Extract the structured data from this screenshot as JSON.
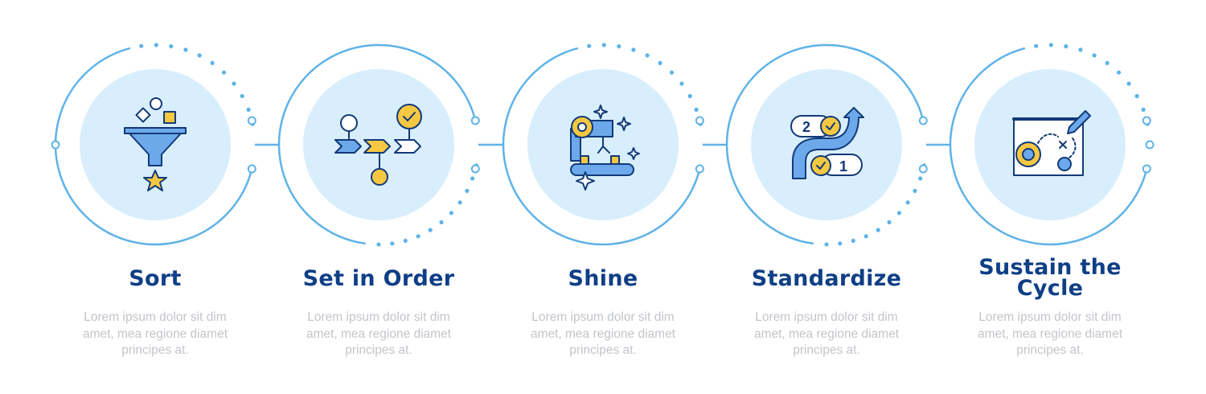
{
  "palette": {
    "ring": "#5fb3e8",
    "disc": "#d9eefc",
    "icon_stroke": "#123a78",
    "icon_blue": "#6da9ea",
    "icon_yellow": "#f6c842",
    "title": "#0f3f86",
    "body_text": "#c2c5ca"
  },
  "steps": [
    {
      "title": "Sort",
      "icon": "funnel-sort-icon",
      "description": "Lorem ipsum dolor sit dim amet, mea regione diamet principes at."
    },
    {
      "title": "Set in Order",
      "icon": "workflow-arrows-icon",
      "description": "Lorem ipsum dolor sit dim amet, mea regione diamet principes at."
    },
    {
      "title": "Shine",
      "icon": "robot-arm-conveyor-icon",
      "description": "Lorem ipsum dolor sit dim amet, mea regione diamet principes at."
    },
    {
      "title": "Standardize",
      "icon": "process-road-gears-icon",
      "description": "Lorem ipsum dolor sit dim amet, mea regione diamet principes at."
    },
    {
      "title": "Sustain the Cycle",
      "icon": "strategy-board-target-icon",
      "description": "Lorem ipsum dolor sit dim amet, mea regione diamet principes at."
    }
  ]
}
